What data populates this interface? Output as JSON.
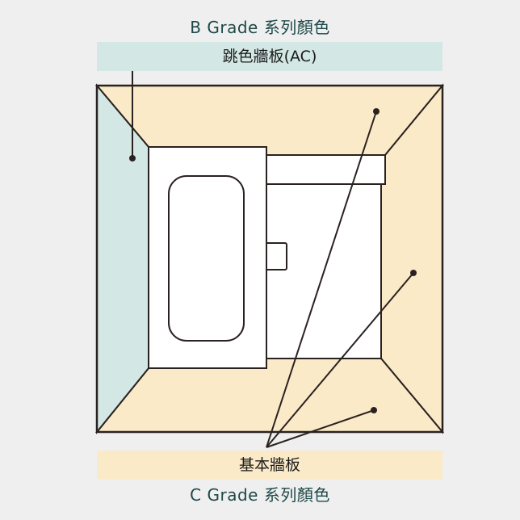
{
  "header": {
    "title": "B Grade 系列顏色",
    "band_label": "跳色牆板(AC)"
  },
  "footer": {
    "band_label": "基本牆板",
    "title": "C Grade 系列顏色"
  },
  "colors": {
    "background": "#efefef",
    "accent_wall": "#d3e7e5",
    "base_wall": "#fbeac8",
    "fixture": "#ffffff",
    "outline": "#2a2220",
    "title_text": "#1d4848"
  },
  "diagram": {
    "description": "Top-down bathroom wall panel layout: left wall uses accent panel (AC), other walls and floor use base panels",
    "regions": [
      {
        "name": "left-wall",
        "panel": "跳色牆板(AC)"
      },
      {
        "name": "back-wall",
        "panel": "基本牆板"
      },
      {
        "name": "right-wall",
        "panel": "基本牆板"
      },
      {
        "name": "front-wall",
        "panel": "基本牆板"
      }
    ],
    "fixtures": [
      "bathtub",
      "vanity-counter"
    ]
  }
}
